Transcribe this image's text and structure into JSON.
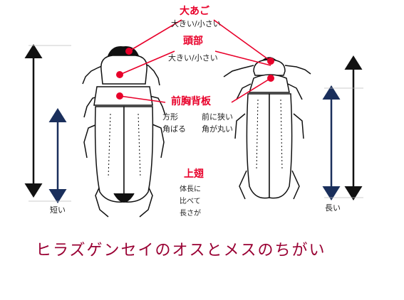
{
  "labels": {
    "jaw": "大あご",
    "jaw_note": "大きい/小さい",
    "head": "頭部",
    "head_note": "大きい/小さい",
    "pronotum": "前胸背板",
    "male_shape_1": "方形",
    "male_shape_2": "角ばる",
    "female_shape_1": "前に狭い",
    "female_shape_2": "角が丸い",
    "elytra": "上翅",
    "elytra_note_1": "体長に",
    "elytra_note_2": "比べて",
    "elytra_note_3": "長さが",
    "short": "短い",
    "long": "長い"
  },
  "caption": "ヒラズゲンセイのオスとメスのちがい",
  "colors": {
    "accent": "#e8002a",
    "caption": "#990033",
    "arrow_black": "#111111",
    "arrow_navy": "#1a2f5c",
    "ink": "#222222"
  }
}
